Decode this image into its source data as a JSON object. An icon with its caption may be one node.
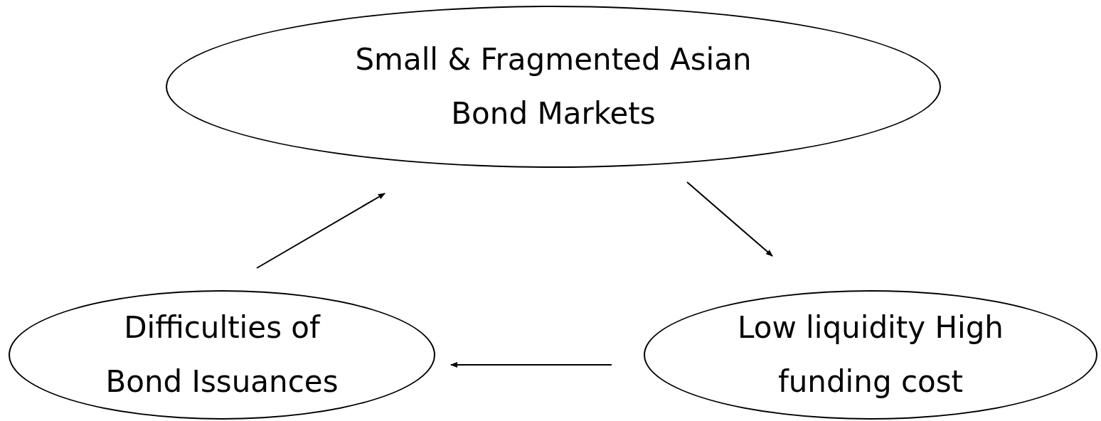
{
  "diagram": {
    "nodes": [
      {
        "text": [
          "Small & Fragmented Asian Bond Markets"
        ]
      },
      {
        "text": [
          "Low liquidity High funding cost"
        ]
      },
      {
        "text": [
          "Difficulties of Bond Issuances"
        ]
      }
    ],
    "edges": [
      {
        "from": 0,
        "to": 1,
        "arrow": "to"
      },
      {
        "from": 1,
        "to": 2,
        "arrow": "to"
      },
      {
        "from": 2,
        "to": 0,
        "arrow": "to"
      }
    ]
  }
}
